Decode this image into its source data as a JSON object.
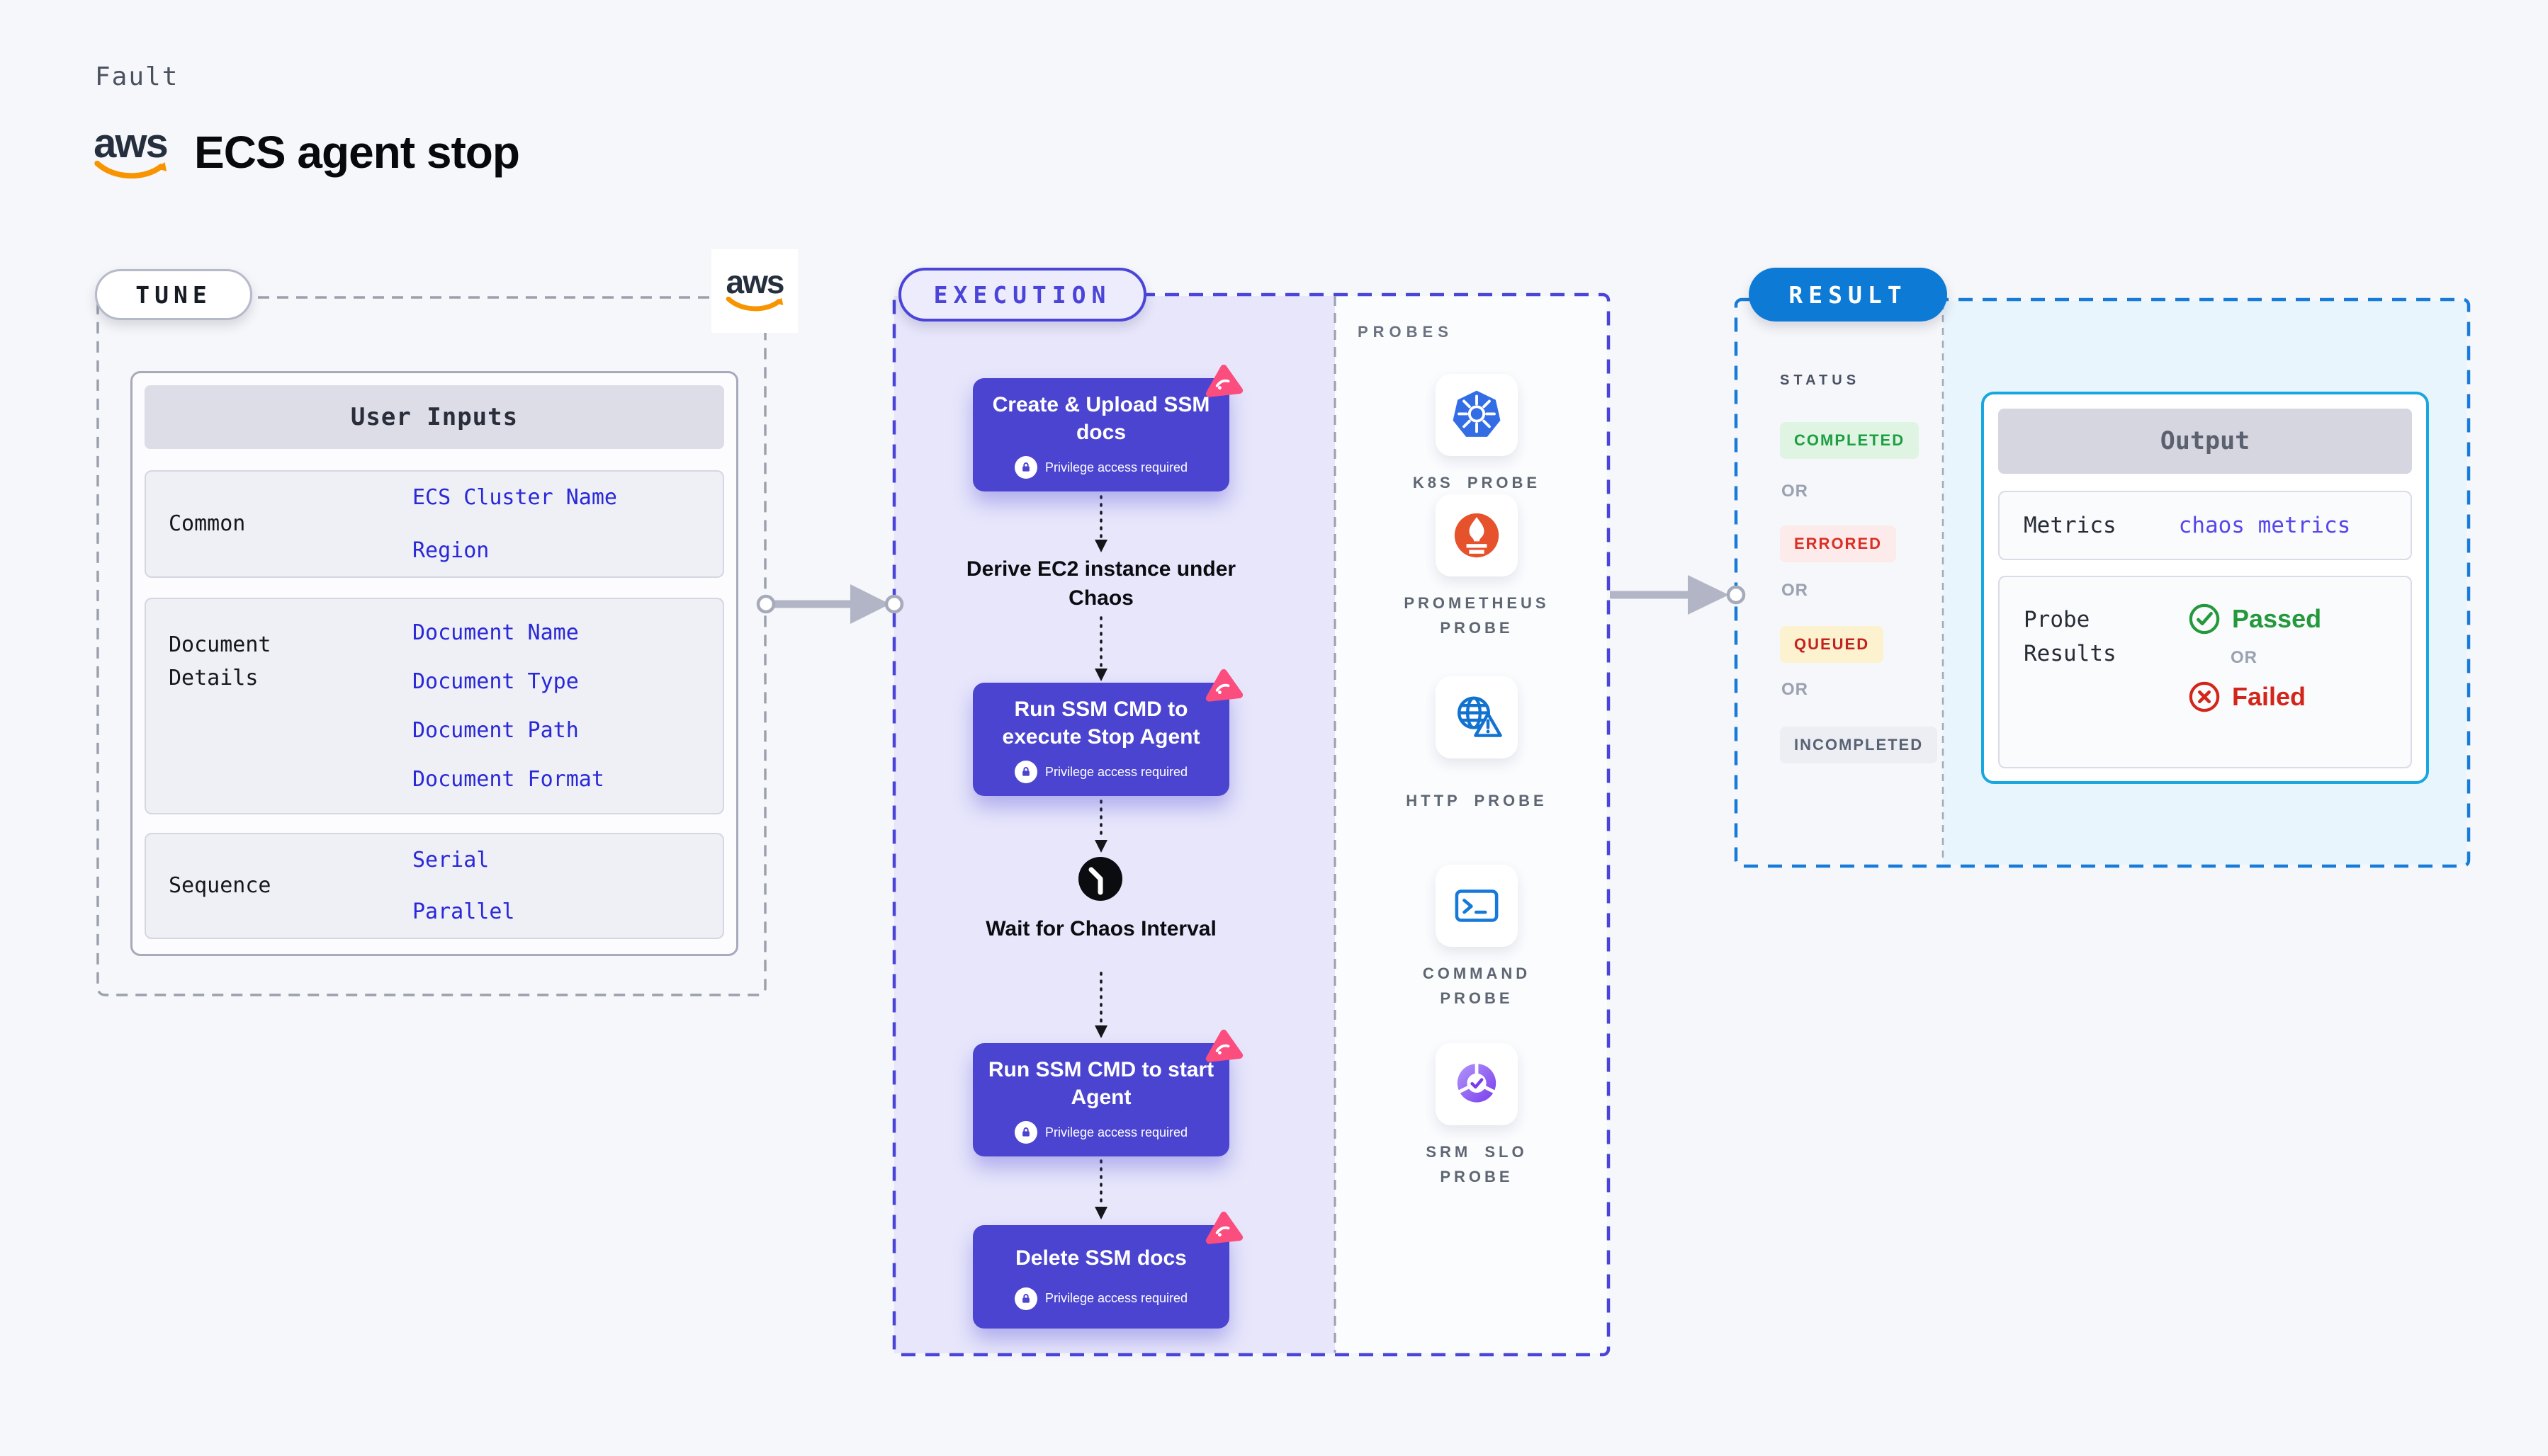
{
  "header": {
    "kicker": "Fault",
    "title": "ECS agent stop",
    "aws_word": "aws"
  },
  "tune": {
    "pill": "TUNE",
    "aws_word": "aws",
    "panel_title": "User Inputs",
    "rows": [
      {
        "label": "Common",
        "values": [
          "ECS Cluster Name",
          "Region"
        ]
      },
      {
        "label": "Document Details",
        "values": [
          "Document Name",
          "Document Type",
          "Document Path",
          "Document Format"
        ]
      },
      {
        "label": "Sequence",
        "values": [
          "Serial",
          "Parallel"
        ]
      }
    ]
  },
  "execution": {
    "pill": "EXECUTION",
    "privilege_note": "Privilege access required",
    "nodes": {
      "create": "Create & Upload SSM docs",
      "derive": "Derive EC2 instance under Chaos",
      "stop": "Run SSM CMD to execute Stop Agent",
      "wait": "Wait for Chaos Interval",
      "start": "Run SSM CMD to start Agent",
      "delete": "Delete SSM docs"
    }
  },
  "probes": {
    "heading": "PROBES",
    "items": [
      {
        "label": "K8S PROBE",
        "icon": "kubernetes-icon"
      },
      {
        "label": "PROMETHEUS PROBE",
        "icon": "prometheus-icon"
      },
      {
        "label": "HTTP PROBE",
        "icon": "http-globe-warning-icon"
      },
      {
        "label": "COMMAND PROBE",
        "icon": "terminal-icon"
      },
      {
        "label": "SRM SLO PROBE",
        "icon": "slo-gauge-icon"
      }
    ]
  },
  "result": {
    "pill": "RESULT",
    "status_heading": "STATUS",
    "or": "OR",
    "badges": [
      {
        "label": "COMPLETED",
        "fg": "#1d9e41",
        "bg": "#e0f4e4"
      },
      {
        "label": "ERRORED",
        "fg": "#d93025",
        "bg": "#fdeaea"
      },
      {
        "label": "QUEUED",
        "fg": "#c5221f",
        "bg": "#fcf2cf"
      },
      {
        "label": "INCOMPLETED",
        "fg": "#596273",
        "bg": "#eceef4"
      }
    ],
    "output": {
      "title": "Output",
      "metrics_label": "Metrics",
      "metrics_value": "chaos metrics",
      "probe_results_label": "Probe Results",
      "passed": "Passed",
      "or": "OR",
      "failed": "Failed"
    }
  },
  "colors": {
    "page_bg": "#f6f7fa",
    "accent_purple": "#4b44d0",
    "execution_border": "#4a44d8",
    "execution_fill": "#e7e6fb",
    "result_border": "#177bd9",
    "result_pill_bg": "#0d7ad6",
    "result_fill": "#e8f5fc",
    "output_border": "#19a7e0",
    "link_blue": "#2a28d8",
    "arrow_gray": "#b2b5c5",
    "litmus_pink": "#fb4d7e",
    "aws_orange": "#f79400",
    "k8s_blue": "#336de5",
    "prometheus_orange": "#e6522c"
  }
}
